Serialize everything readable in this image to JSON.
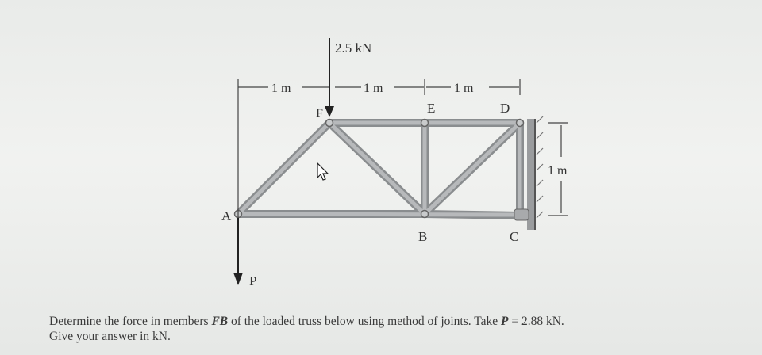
{
  "diagram": {
    "load_label": "2.5 kN",
    "dims": {
      "seg1": "1 m",
      "seg2": "1 m",
      "seg3": "1 m",
      "height": "1 m"
    },
    "nodes": {
      "A": "A",
      "B": "B",
      "C": "C",
      "D": "D",
      "E": "E",
      "F": "F"
    },
    "p_label": "P"
  },
  "question": {
    "t1": "Determine the force in members ",
    "member": "FB",
    "t2": " of the loaded truss below using method of joints. Take ",
    "pvar": "P",
    "t3": " = 2.88 kN.",
    "line2": "Give your answer in kN."
  }
}
